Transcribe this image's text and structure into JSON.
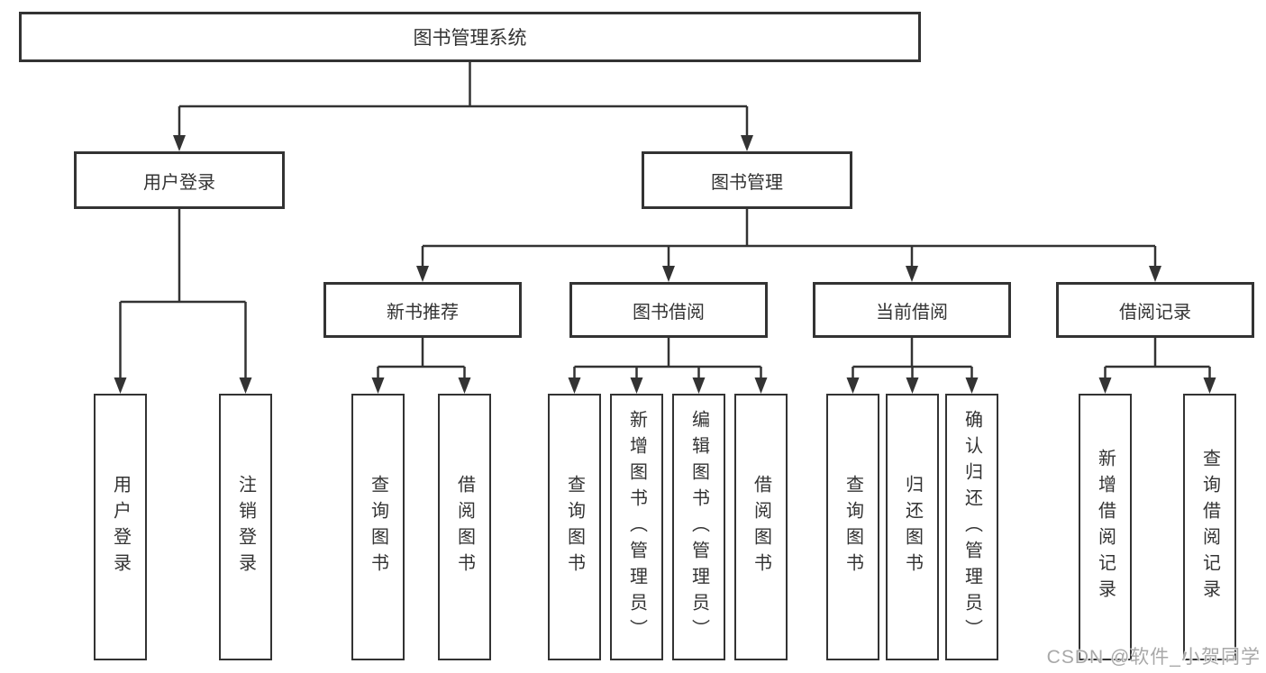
{
  "diagram": {
    "root": "图书管理系统",
    "level2": {
      "user_login": "用户登录",
      "book_mgmt": "图书管理"
    },
    "level3": {
      "new_books": "新书推荐",
      "book_borrow": "图书借阅",
      "current_borrow": "当前借阅",
      "borrow_records": "借阅记录"
    },
    "leaves": {
      "user_login": [
        "用户登录",
        "注销登录"
      ],
      "new_books": [
        "查询图书",
        "借阅图书"
      ],
      "book_borrow": [
        "查询图书",
        "新增图书（管理员）",
        "编辑图书（管理员）",
        "借阅图书"
      ],
      "current_borrow": [
        "查询图书",
        "归还图书",
        "确认归还（管理员）"
      ],
      "borrow_records": [
        "新增借阅记录",
        "查询借阅记录"
      ]
    }
  },
  "watermark": "CSDN @软件_小贺同学",
  "colors": {
    "line": "#333333",
    "text": "#333333",
    "box_background": "#ffffff",
    "watermark": "#a8a8a8",
    "background": "#ffffff"
  }
}
